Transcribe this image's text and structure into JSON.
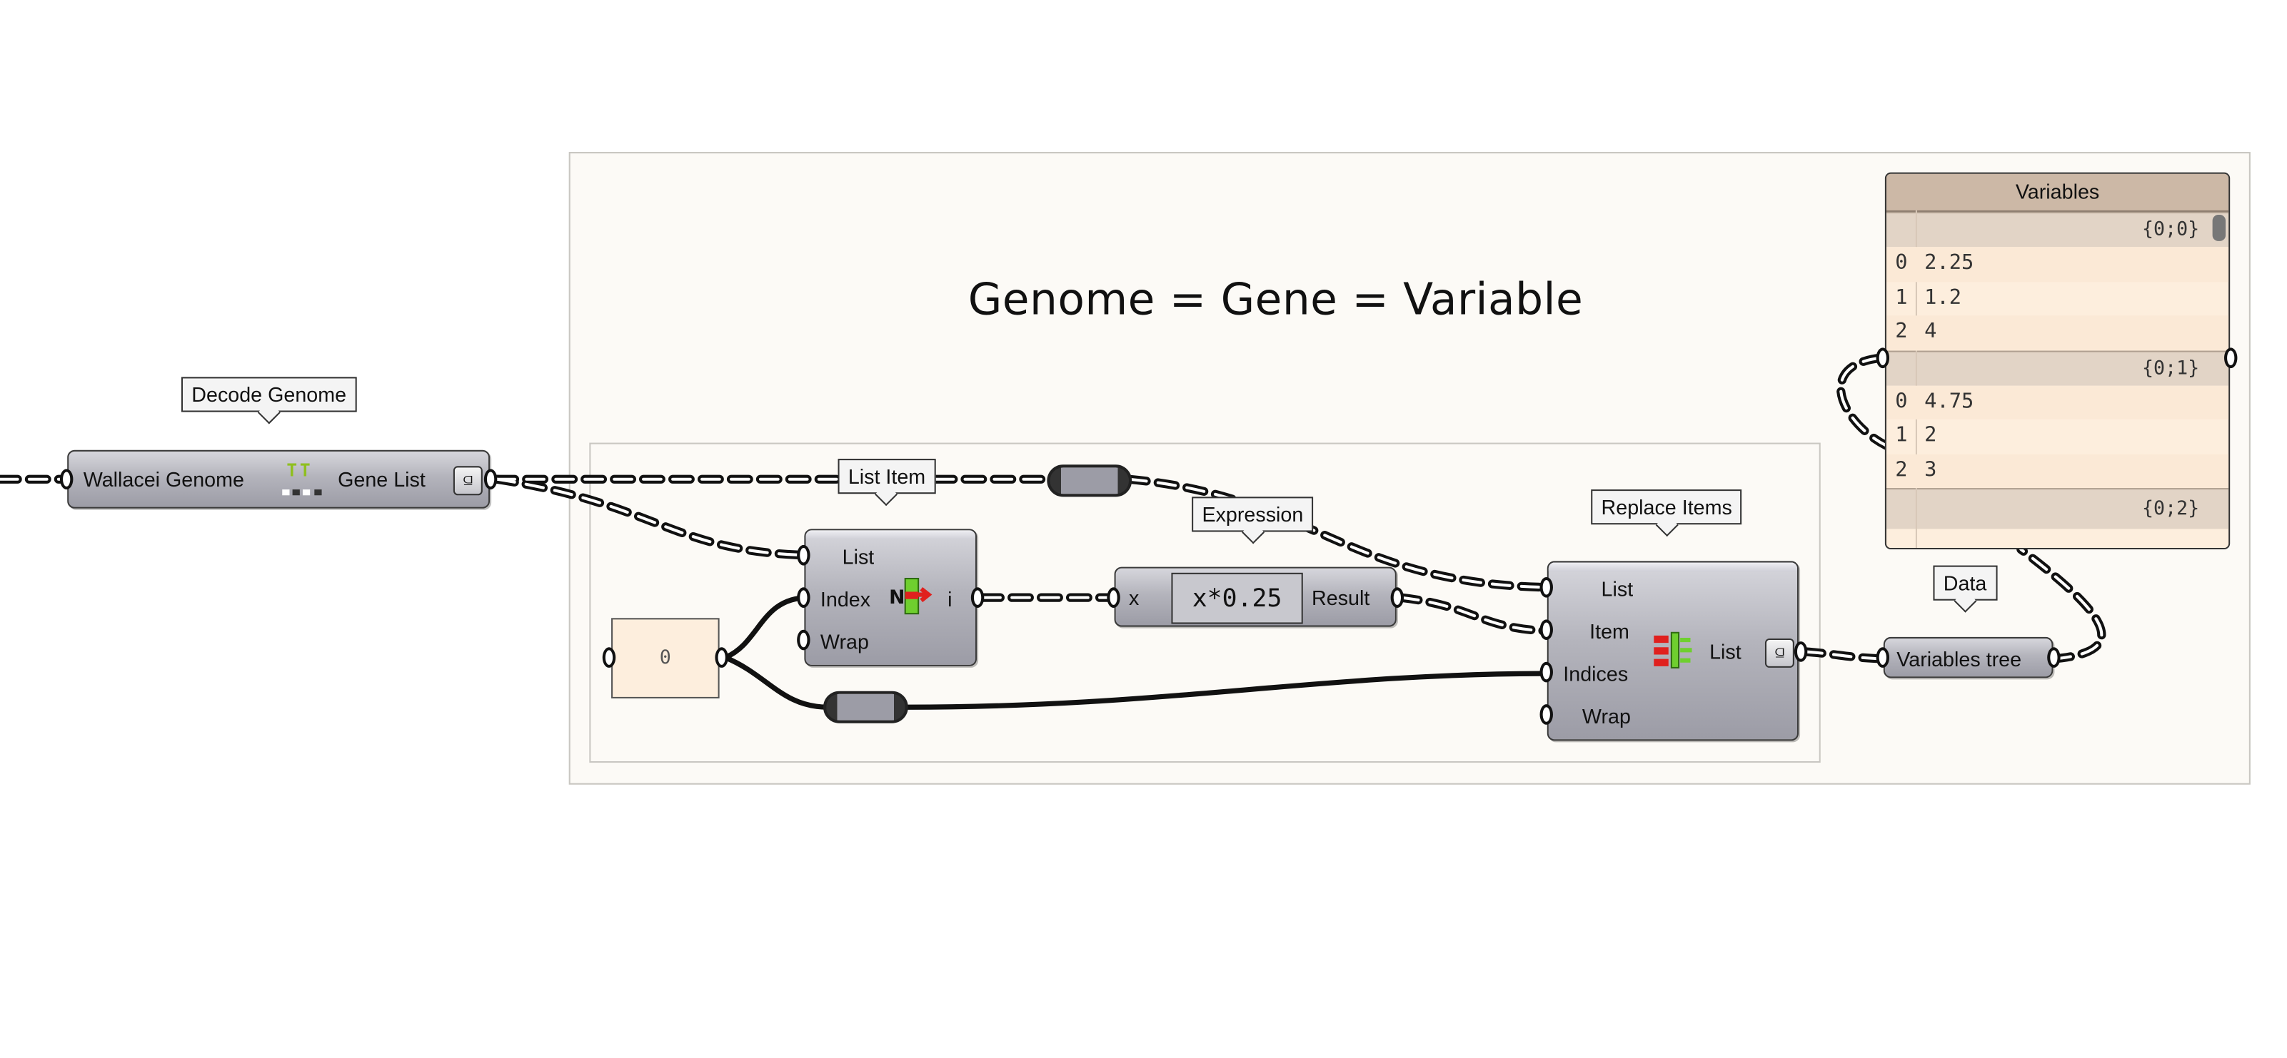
{
  "canvas": {
    "group_title": "Genome = Gene = Variable"
  },
  "tooltips": {
    "decode_genome": "Decode Genome",
    "list_item": "List Item",
    "expression": "Expression",
    "replace_items": "Replace Items",
    "data": "Data"
  },
  "components": {
    "wallacei": {
      "input_label": "Wallacei Genome",
      "output_label": "Gene List"
    },
    "list_item": {
      "inputs": [
        "List",
        "Index",
        "Wrap"
      ],
      "output": "i"
    },
    "expression": {
      "input": "x",
      "formula": "x*0.25",
      "output": "Result"
    },
    "replace_items": {
      "inputs": [
        "List",
        "Item",
        "Indices",
        "Wrap"
      ],
      "output": "List"
    },
    "variables_tree": {
      "label": "Variables tree"
    },
    "number_panel": {
      "value": "0"
    }
  },
  "viewer": {
    "title": "Variables",
    "branches": [
      {
        "path": "{0;0}",
        "items": [
          {
            "index": "0",
            "value": "2.25"
          },
          {
            "index": "1",
            "value": "1.2"
          },
          {
            "index": "2",
            "value": "4"
          }
        ]
      },
      {
        "path": "{0;1}",
        "items": [
          {
            "index": "0",
            "value": "4.75"
          },
          {
            "index": "1",
            "value": "2"
          },
          {
            "index": "2",
            "value": "3"
          }
        ]
      },
      {
        "path": "{0;2}",
        "items": []
      }
    ]
  },
  "icons": {
    "filter": "funnel-icon",
    "list_item": "list-item-icon",
    "replace_items": "replace-items-icon",
    "wallacei": "wallacei-genome-icon"
  }
}
